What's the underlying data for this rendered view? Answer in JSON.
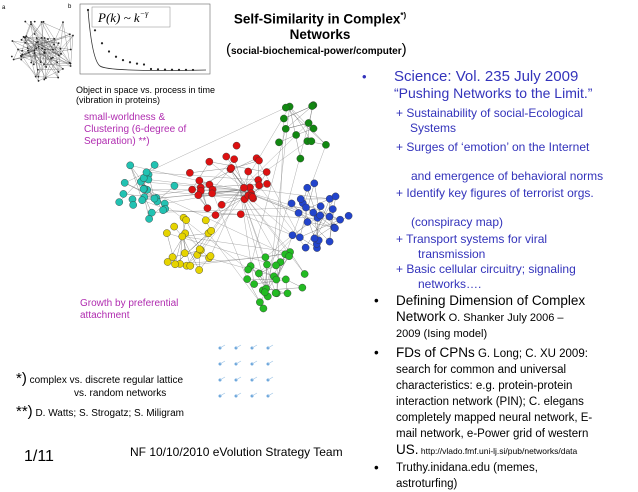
{
  "title": {
    "main": "Self-Similarity in Complex",
    "sup": "*)",
    "line2": "Networks"
  },
  "subtitle": {
    "open": "(",
    "text": "social-biochemical-power/computer",
    "close": ")"
  },
  "figure": {
    "panel_a": "a",
    "panel_b": "b",
    "formula": "P(k) ~ k",
    "formula_exp": "−γ",
    "caption_line1": "Object in space vs. process in time",
    "caption_line2": "(vibration in proteins)"
  },
  "annotations": {
    "small_world_1": "small-worldness &",
    "small_world_2": "Clustering (6-degree of",
    "small_world_3": "Separation) **)",
    "growth_1": "Growth by preferential",
    "growth_2": "attachment"
  },
  "footnotes": {
    "f1_mark": "*)",
    "f1_text": "complex vs. discrete regular lattice",
    "f1_text2": "vs. random networks",
    "f2_mark": "**)",
    "f2_text": "D. Watts; S. Strogatz; S. Miligram"
  },
  "footer": {
    "page": "1/11",
    "center": "NF 10/10/2010  eVolution Strategy Team"
  },
  "right": {
    "b1_bullet": "•",
    "b1_l1": "Science: Vol. 235 July 2009",
    "b1_l2": "“Pushing Networks to the Limit.”",
    "s1_l1": "+ Sustainability of social-Ecological",
    "s1_l2": "Systems",
    "s2": "+ Surges of ‘emotion’ on the Internet",
    "s3": "and emergence of behavioral norms",
    "s4": "+  Identify key figures of terrorist orgs.",
    "s5": "(conspiracy map)",
    "s6_l1": "+  Transport systems for viral",
    "s6_l2": "transmission",
    "s7_l1": "+  Basic cellular circuitry; signaling",
    "s7_l2": "networks….",
    "b2_bullet": "•",
    "b2_l1": "Defining Dimension of Complex",
    "b2_l2a": "Network",
    "b2_l2b": " O. Shanker July 2006 –",
    "b2_l3": "2009 (Ising model)",
    "b3_bullet": "•",
    "b3_l1a": "FDs of CPNs",
    "b3_l1b": " G. Long; C. XU 2009:",
    "b3_l2": "search for common and universal",
    "b3_l3": "characteristics: e.g. protein-protein",
    "b3_l4": "interaction network (PIN); C. elegans",
    "b3_l5": "completely mapped neural network, E-",
    "b3_l6": "mail network, e-Power grid of western",
    "b3_l7a": "US.",
    "b3_l7b": " http://vlado.fmf.uni-lj.si/pub/networks/data",
    "b4_bullet": "•",
    "b4_l1": "Truthy.inidana.edu (memes,",
    "b4_l2": "astroturfing)"
  }
}
